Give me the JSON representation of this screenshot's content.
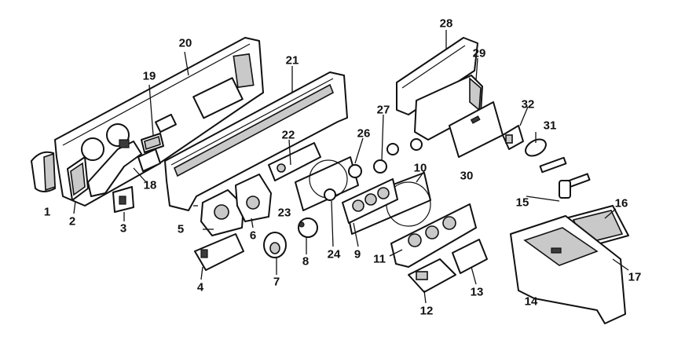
{
  "callouts": [
    {
      "id": "1",
      "label": "1"
    },
    {
      "id": "2",
      "label": "2"
    },
    {
      "id": "3",
      "label": "3"
    },
    {
      "id": "4",
      "label": "4"
    },
    {
      "id": "5",
      "label": "5"
    },
    {
      "id": "6",
      "label": "6"
    },
    {
      "id": "7",
      "label": "7"
    },
    {
      "id": "8",
      "label": "8"
    },
    {
      "id": "9",
      "label": "9"
    },
    {
      "id": "10",
      "label": "10"
    },
    {
      "id": "11",
      "label": "11"
    },
    {
      "id": "12",
      "label": "12"
    },
    {
      "id": "13",
      "label": "13"
    },
    {
      "id": "14",
      "label": "14"
    },
    {
      "id": "15",
      "label": "15"
    },
    {
      "id": "16",
      "label": "16"
    },
    {
      "id": "17",
      "label": "17"
    },
    {
      "id": "18",
      "label": "18"
    },
    {
      "id": "19",
      "label": "19"
    },
    {
      "id": "20",
      "label": "20"
    },
    {
      "id": "21",
      "label": "21"
    },
    {
      "id": "22",
      "label": "22"
    },
    {
      "id": "23",
      "label": "23"
    },
    {
      "id": "24",
      "label": "24"
    },
    {
      "id": "26",
      "label": "26"
    },
    {
      "id": "27",
      "label": "27"
    },
    {
      "id": "28",
      "label": "28"
    },
    {
      "id": "29",
      "label": "29"
    },
    {
      "id": "30",
      "label": "30"
    },
    {
      "id": "31",
      "label": "31"
    },
    {
      "id": "32",
      "label": "32"
    }
  ]
}
